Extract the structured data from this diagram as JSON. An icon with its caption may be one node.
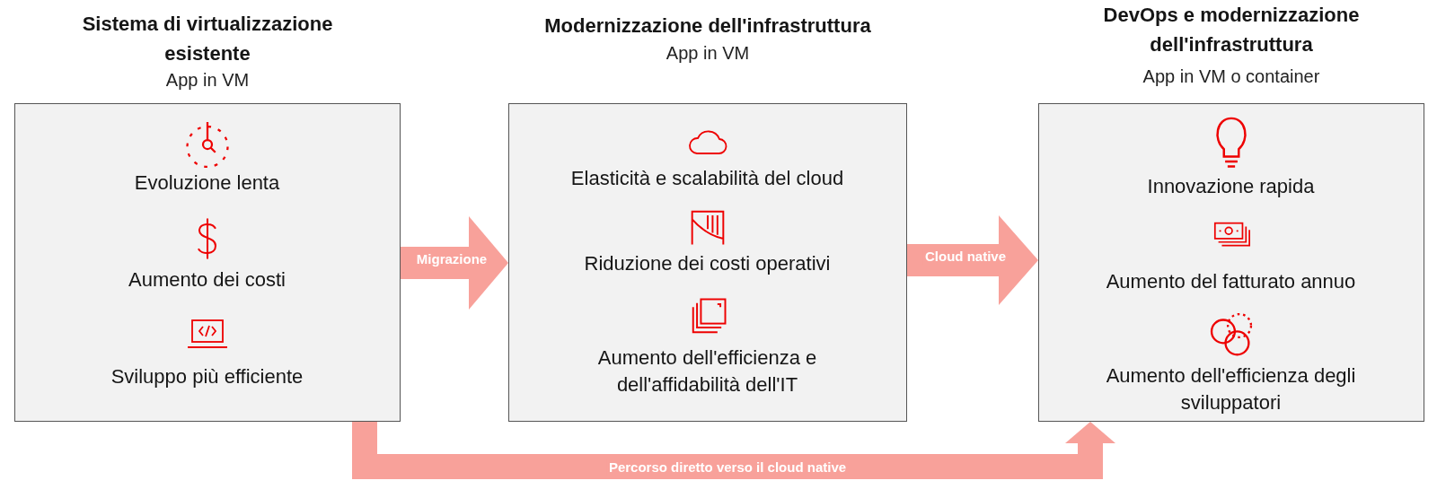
{
  "diagram": {
    "nodes": [
      {
        "text": [
          "Sistema di virtualizzazione esistente",
          "App in VM",
          "Evoluzione lenta",
          "Aumento dei costi",
          "Sviluppo più efficiente"
        ]
      },
      {
        "text": [
          "Modernizzazione dell'infrastruttura",
          "App in VM",
          "Elasticità e scalabilità del cloud",
          "Riduzione dei costi operativi",
          "Aumento dell'efficienza e dell'affidabilità dell'IT"
        ]
      },
      {
        "text": [
          "DevOps e modernizzazione dell'infrastruttura",
          "App in VM o container",
          "Innovazione rapida",
          "Aumento del fatturato annuo",
          "Aumento dell'efficienza degli sviluppatori"
        ]
      }
    ],
    "edges": [
      {
        "from": 0,
        "to": 1,
        "arrow": "to",
        "label": "Migrazione"
      },
      {
        "from": 1,
        "to": 2,
        "arrow": "to",
        "label": "Cloud native"
      },
      {
        "from": 0,
        "to": 2,
        "arrow": "to",
        "label": "Percorso diretto verso il cloud native"
      }
    ]
  }
}
